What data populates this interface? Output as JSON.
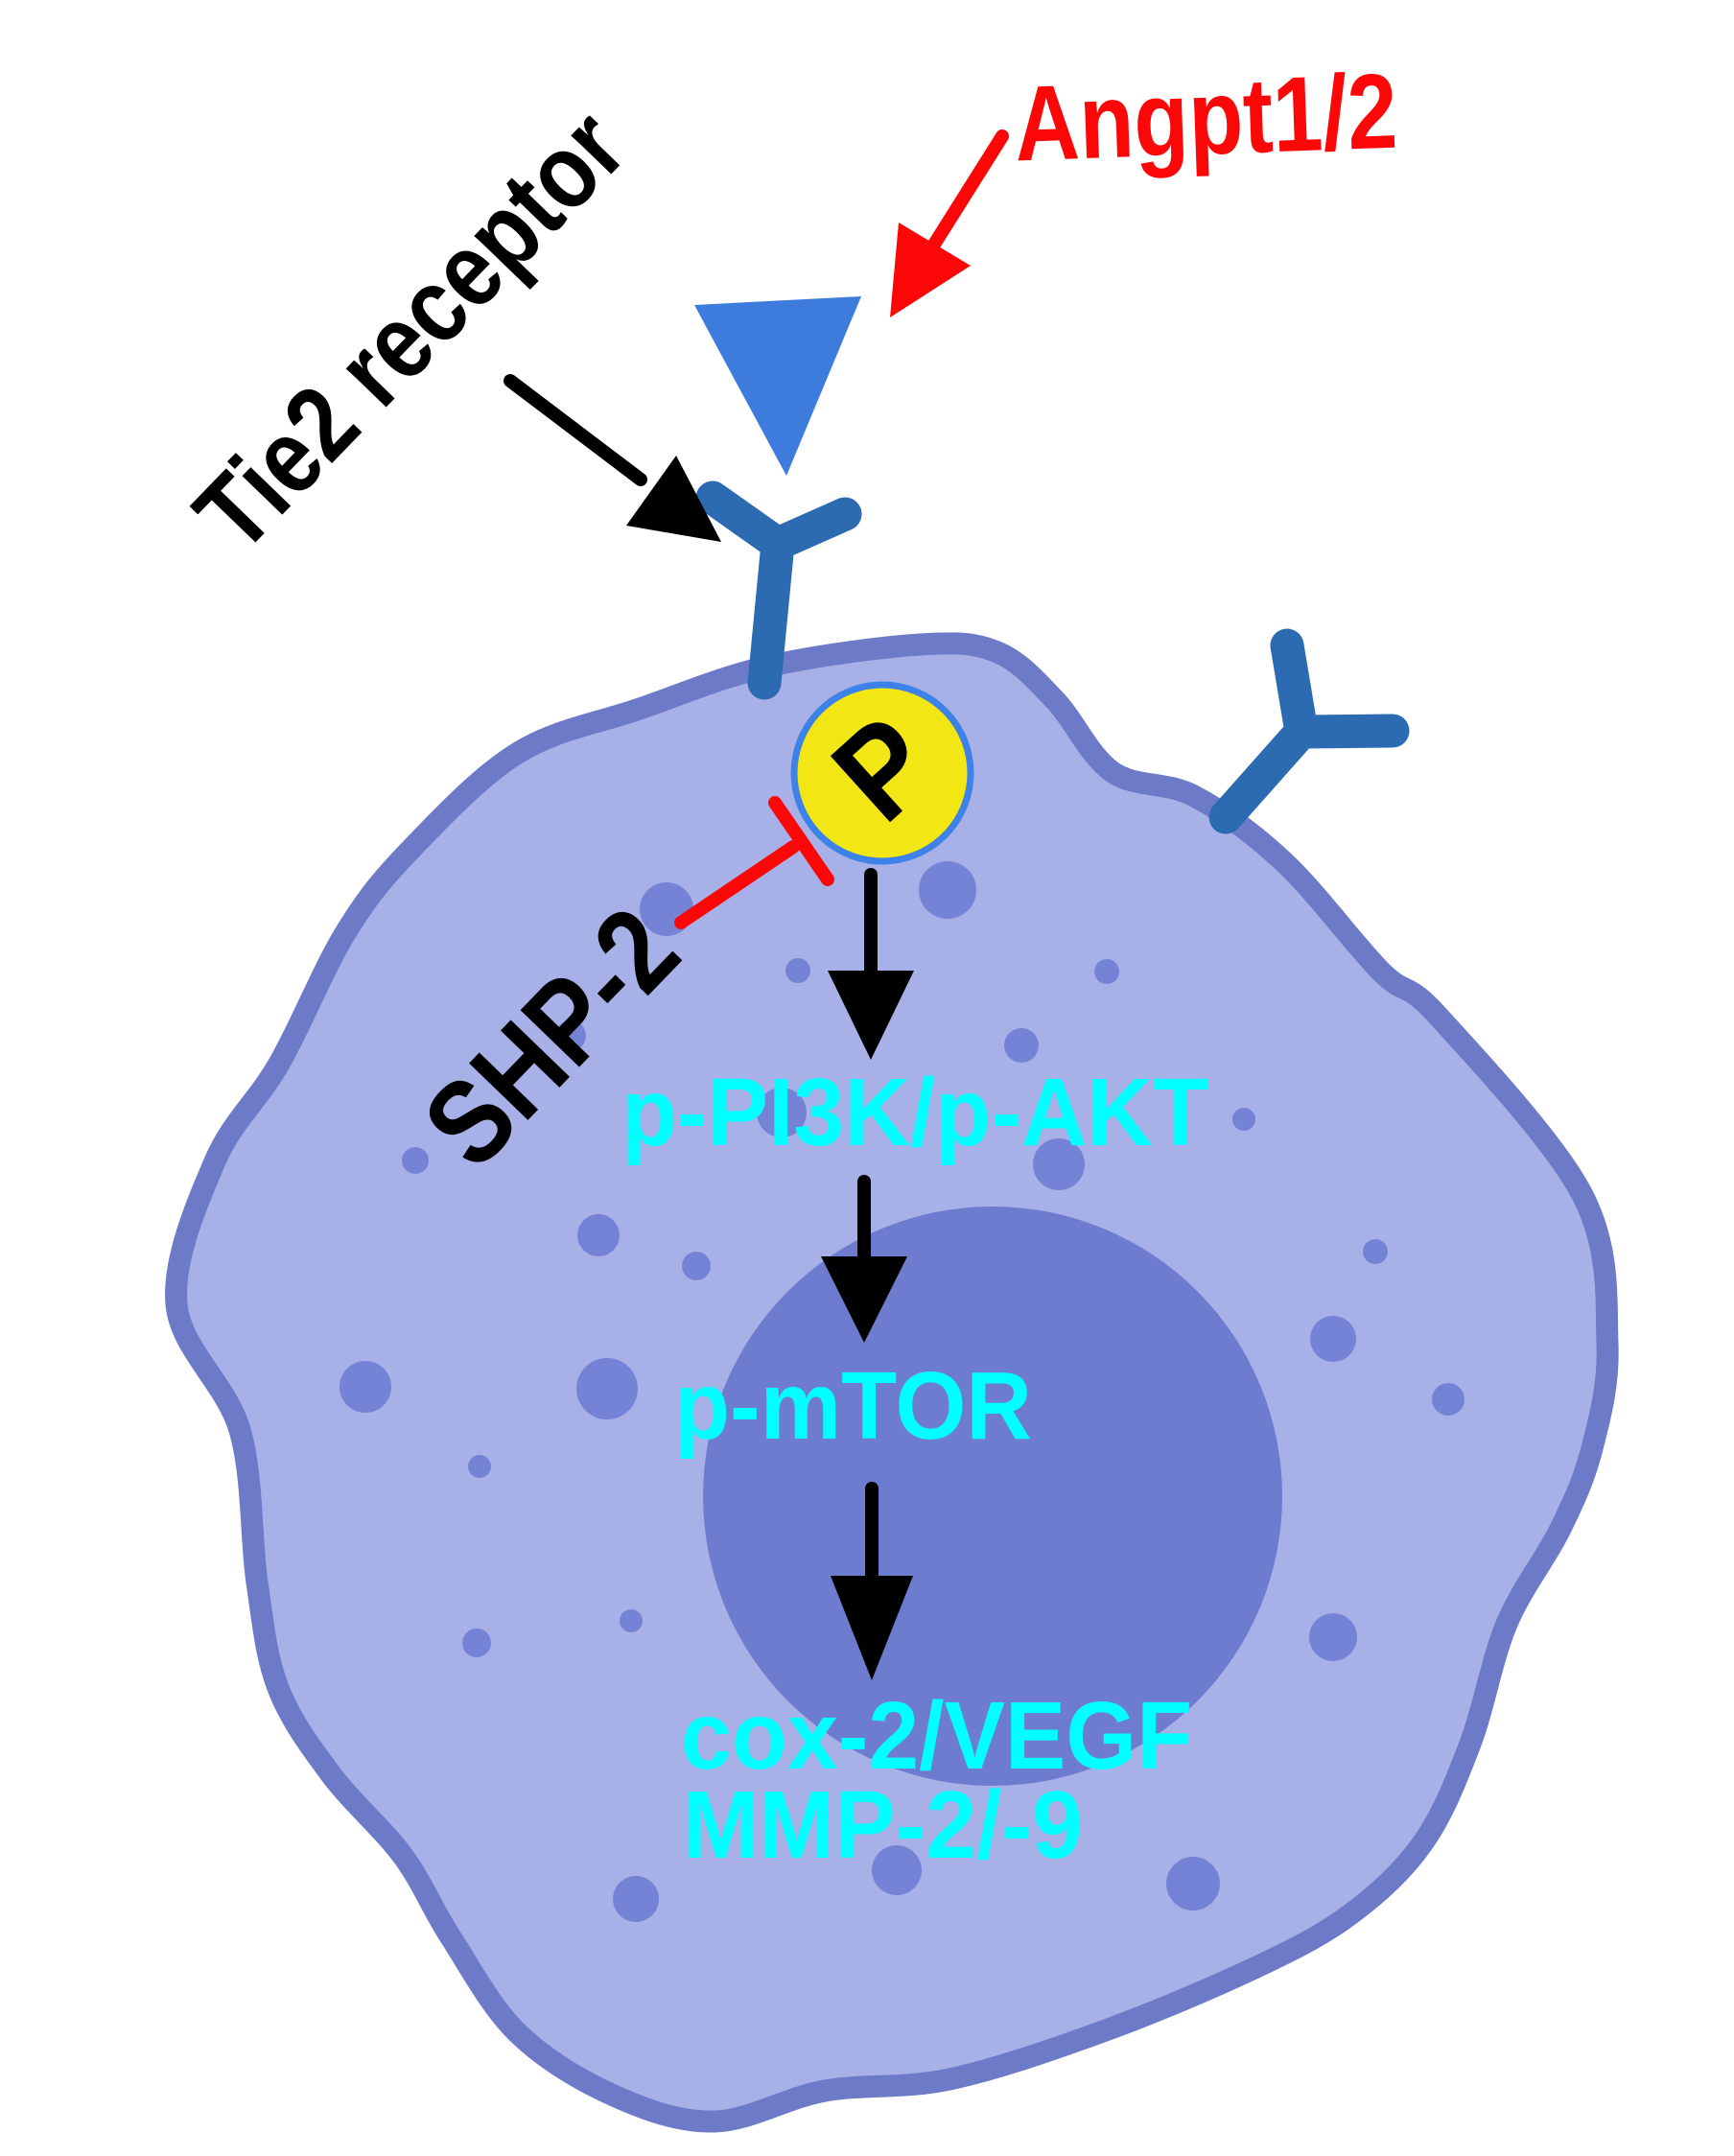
{
  "figure": {
    "labels": {
      "ligand_label": "Angpt1/2",
      "receptor_label": "Tie2 receptor",
      "phosphatase_label": "SHP-2",
      "phospho_mark": "P",
      "pathway_node_1": "p-PI3K/p-AKT",
      "pathway_node_2": "p-mTOR",
      "pathway_output_line1": "cox-2/VEGF",
      "pathway_output_line2": "MMP-2/-9"
    },
    "icons": {
      "ligand": "filled-triangle-down",
      "receptor": "y-shaped-receptor",
      "phospho": "yellow-circle-P",
      "inhibition": "red-t-bar",
      "activation": "black-arrow"
    },
    "colors": {
      "red": "#fb0707",
      "cyan": "#00ffff",
      "black": "#000000",
      "cytoplasm": "#a7b1e7",
      "membrane": "#6d7ac8",
      "nucleus": "#6e7cd0",
      "granule": "#7583d6",
      "receptor": "#2c6bb2",
      "ligand": "#3d7cdd",
      "phospho_fill": "#f2e614",
      "phospho_ring": "#3d82e8"
    }
  }
}
